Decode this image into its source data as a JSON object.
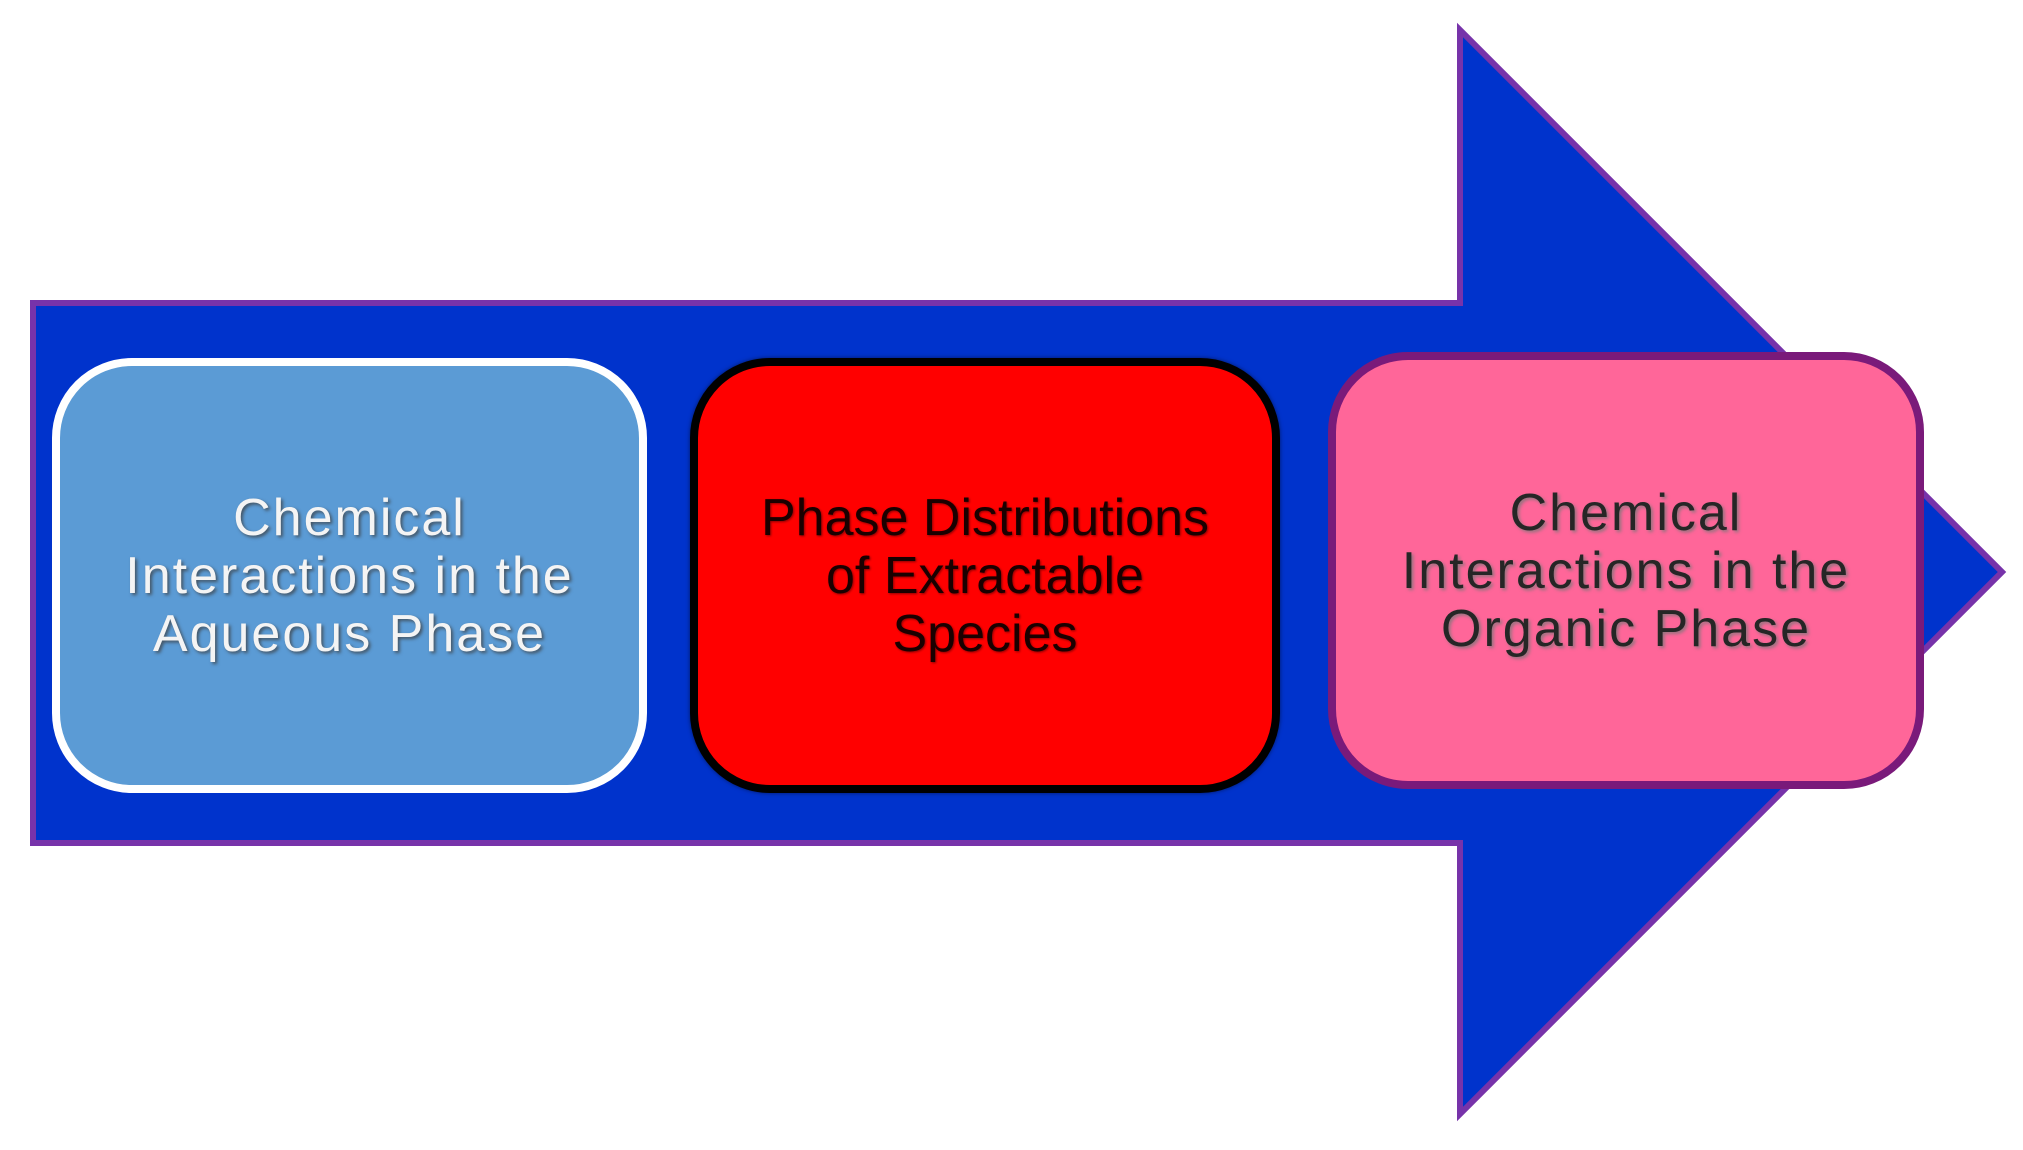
{
  "diagram": {
    "arrow": {
      "fill_color": "#0033cc",
      "outline_color": "#7733aa"
    },
    "stages": [
      {
        "label": "Chemical Interactions in the Aqueous Phase",
        "fill_color": "#5b9bd5",
        "border_color": "#ffffff",
        "text_color": "#f4f4f4"
      },
      {
        "label": "Phase Distributions of Extractable Species",
        "fill_color": "#ff0000",
        "border_color": "#000000",
        "text_color": "#1a0000"
      },
      {
        "label": "Chemical Interactions in the Organic Phase",
        "fill_color": "#ff6699",
        "border_color": "#7a1a7a",
        "text_color": "#262626"
      }
    ]
  }
}
